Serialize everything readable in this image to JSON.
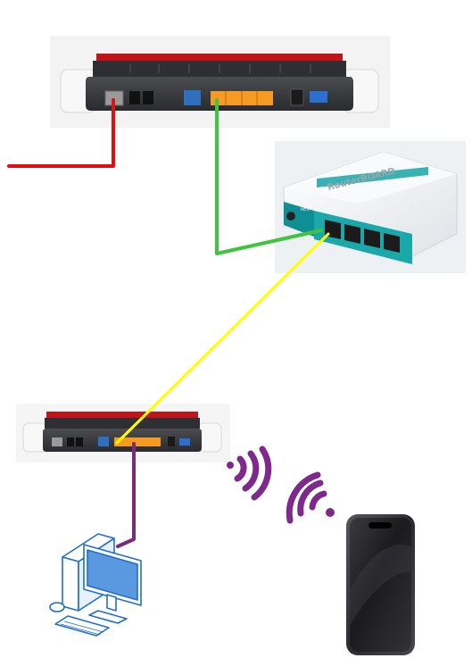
{
  "colors": {
    "background": "#ffffff",
    "router_body": "#3a3c40",
    "router_top_red": "#c0141a",
    "router_white_caps": "#f4f4f4",
    "port_orange": "#f59a23",
    "port_blue": "#2f6fc0",
    "port_usb_blue": "#2a6fd1",
    "mikrotik_body": "#f2f4f6",
    "mikrotik_accent": "#19a5a8",
    "cable_wan": "#e01010",
    "cable_lan": "#3ec43e",
    "cable_uplink": "#ffff00",
    "cable_pc": "#7a2a7a",
    "wifi_waves": "#7d2a8c",
    "pc_icon": "#1f6fc8",
    "phone_body": "#3b3b3f"
  },
  "devices": {
    "main_router": {
      "icon": "fritzbox-router-rear"
    },
    "mikrotik": {
      "icon": "mikrotik-routerboard-hex",
      "label_brand": "RouterBOARD",
      "label_model": "hEX"
    },
    "secondary_router": {
      "icon": "fritzbox-router-rear"
    },
    "computer": {
      "icon": "desktop-computer-icon"
    },
    "phone": {
      "icon": "smartphone-icon"
    }
  },
  "links": [
    {
      "from": "external",
      "to": "main_router",
      "color_key": "cable_wan",
      "medium": "cable"
    },
    {
      "from": "main_router",
      "to": "mikrotik",
      "color_key": "cable_lan",
      "medium": "cable"
    },
    {
      "from": "mikrotik",
      "to": "secondary_router",
      "color_key": "cable_uplink",
      "medium": "cable"
    },
    {
      "from": "secondary_router",
      "to": "computer",
      "color_key": "cable_pc",
      "medium": "cable"
    },
    {
      "from": "secondary_router",
      "to": "phone",
      "color_key": "wifi_waves",
      "medium": "wifi"
    }
  ]
}
